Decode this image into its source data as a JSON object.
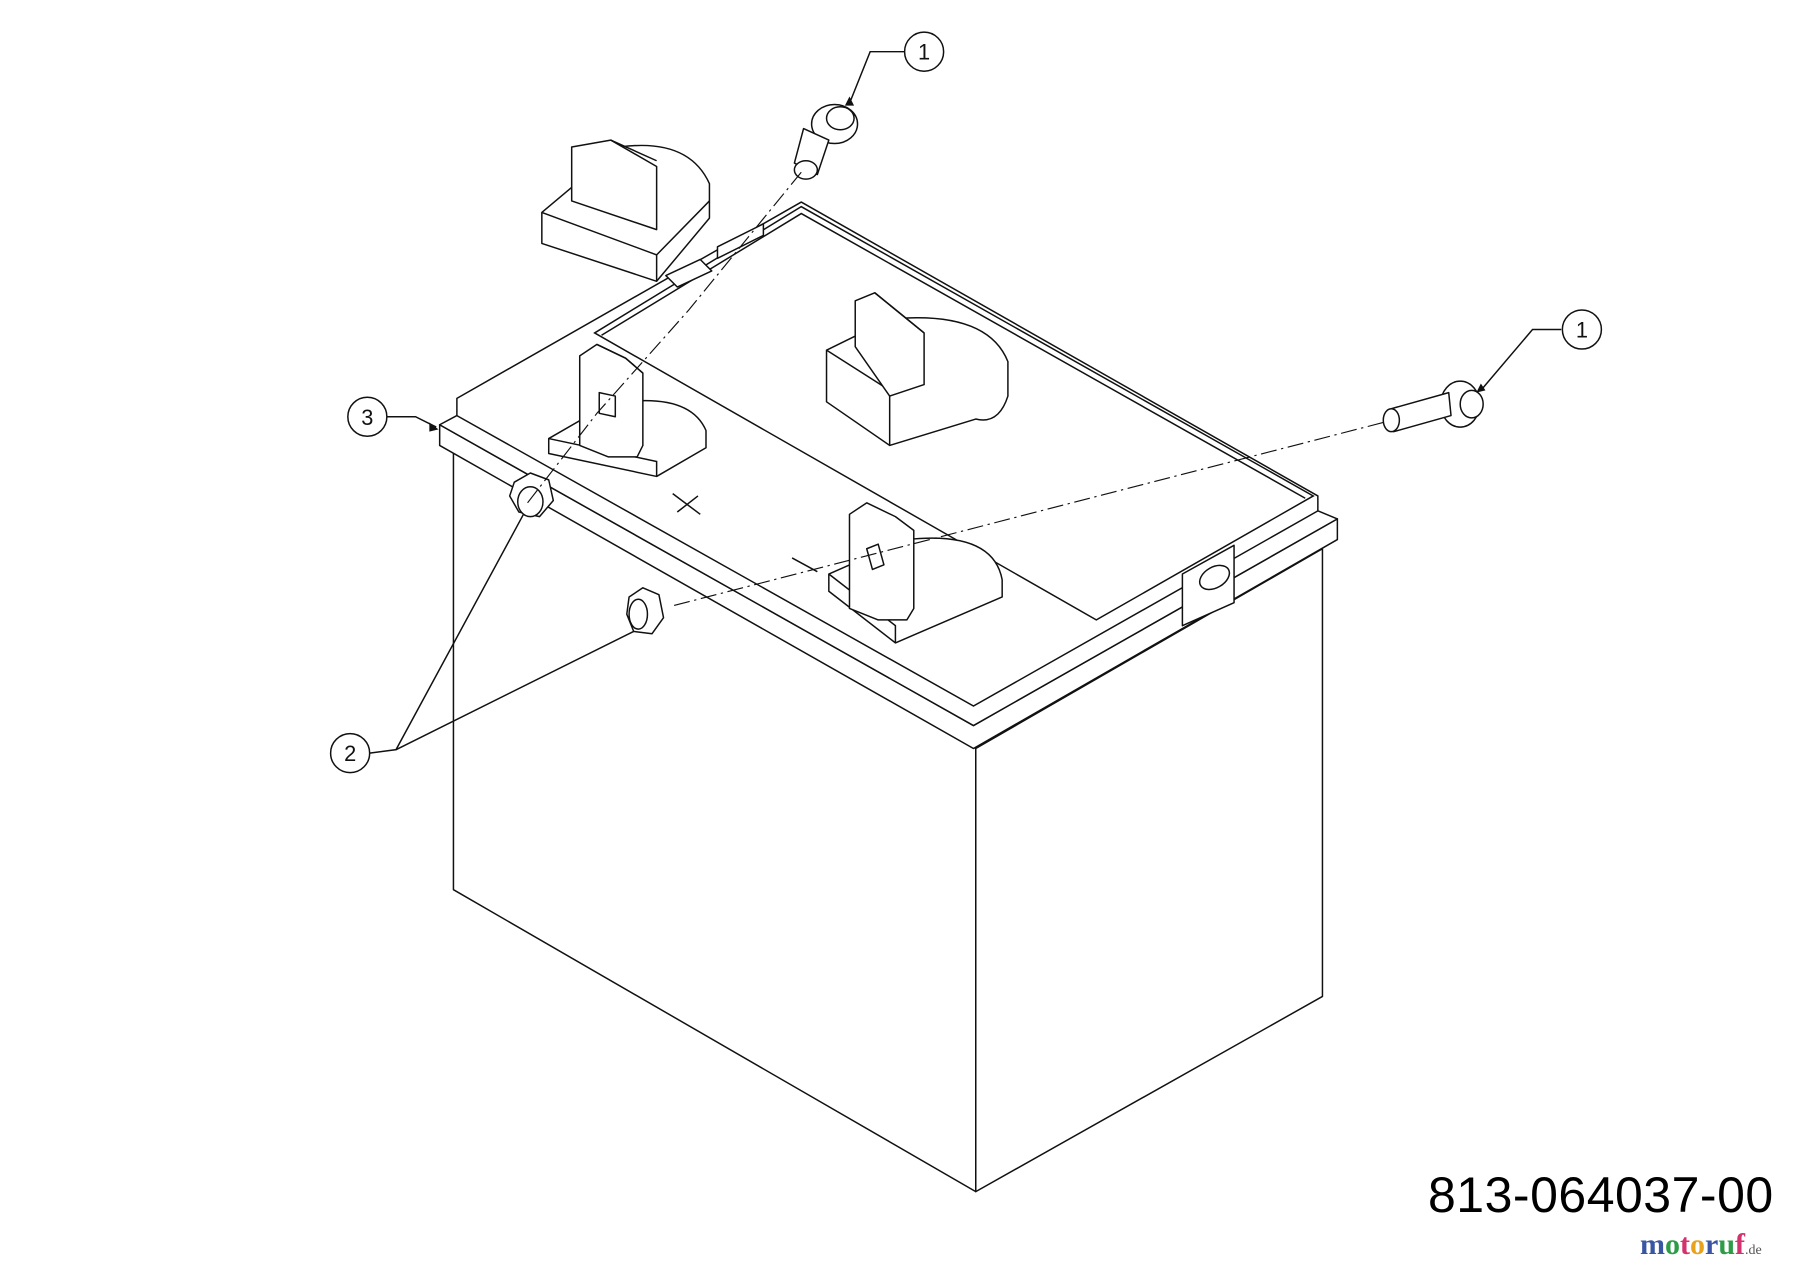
{
  "diagram": {
    "callouts": [
      {
        "label": "1",
        "part": "bolt-top"
      },
      {
        "label": "1",
        "part": "bolt-right"
      },
      {
        "label": "3",
        "part": "battery"
      },
      {
        "label": "2",
        "part": "nuts"
      }
    ],
    "terminal_marks": {
      "positive": "+",
      "negative": "−"
    },
    "part_number": "813-064037-00",
    "watermark": {
      "name": "motoruf",
      "suffix": ".de",
      "colors": [
        "#3a55a4",
        "#2e9b48",
        "#d2326e",
        "#e8a21c",
        "#3a55a4",
        "#2e9b48",
        "#d2326e"
      ]
    }
  }
}
